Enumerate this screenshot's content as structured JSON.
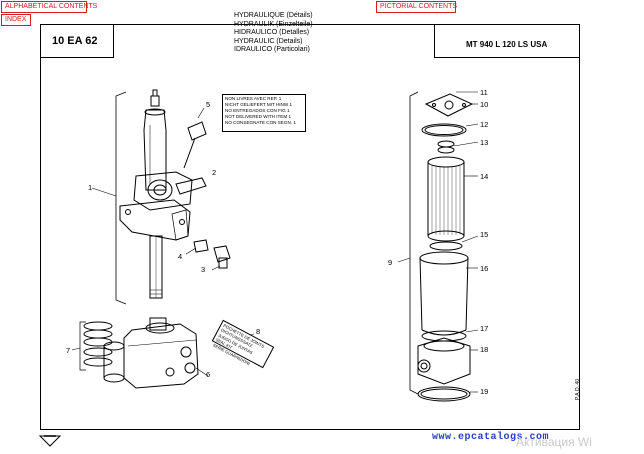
{
  "nav": {
    "alphabetical": "ALPHABETICAL CONTENTS",
    "index": "INDEX",
    "pictorial": "PICTORIAL CONTENTS"
  },
  "header": {
    "code": "10 EA 62",
    "model": "MT 940 L 120 LS USA",
    "titles": [
      "HYDRAULIQUE (Détails)",
      "HYDRAULIK (Einzelteile)",
      "HIDRAULICO (Detalles)",
      "HYDRAULIC (Details)",
      "IDRAULICO (Particolari)"
    ]
  },
  "not_delivered_note": [
    "NON LIVRES AVEC REP. 1",
    "NICHT GELIEFERT MIT HINW 1",
    "NO ENTREGADOS CON FIG 1",
    "NOT DELIVERED WITH ITEM 1",
    "NO CONSEGNATE CON SEGN. 1"
  ],
  "pocket_note": [
    "POCHETTE DE JOINTS",
    "DICHTUNGSSATZ",
    "JUEGO DE JUNTAS",
    "SEAL KIT",
    "SERIE GUARNIZIONI"
  ],
  "callouts_left": [
    "1",
    "2",
    "3",
    "4",
    "5",
    "6",
    "7",
    "8"
  ],
  "callouts_right": [
    "9",
    "10",
    "11",
    "12",
    "13",
    "14",
    "15",
    "16",
    "17",
    "18",
    "19"
  ],
  "footer": {
    "watermark": "www.epcatalogs.com",
    "activation": "Активация Wi",
    "side_code": "P.A.O. 40"
  }
}
